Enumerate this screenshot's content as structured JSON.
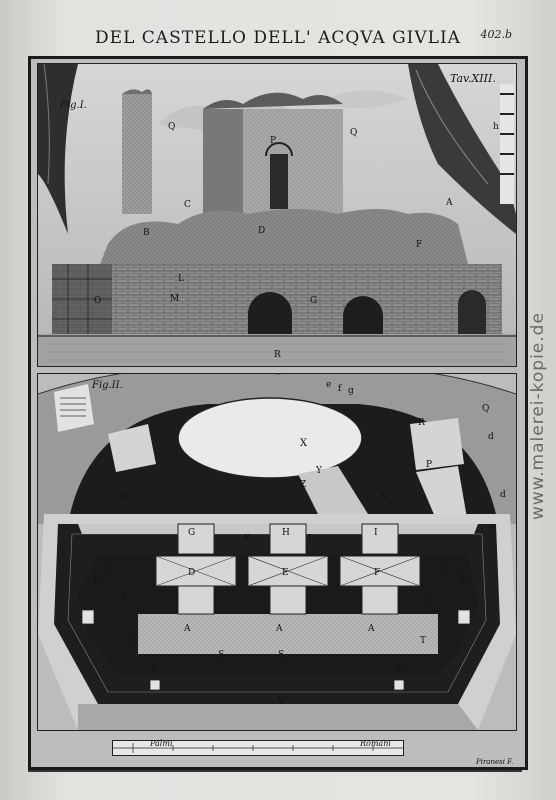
{
  "header": {
    "title": "DEL CASTELLO DELL' ACQVA GIVLIA",
    "plate_number": "402.b",
    "tav": "Tav.XIII."
  },
  "figures": {
    "fig1_label": "Fig.I.",
    "fig2_label": "Fig.II."
  },
  "fig1_letters": {
    "Q1": "Q",
    "Q2": "Q",
    "P": "P",
    "h": "h",
    "C": "C",
    "A": "A",
    "B": "B",
    "D": "D",
    "F": "F",
    "O": "O",
    "L": "L",
    "M": "M",
    "G": "G",
    "R": "R"
  },
  "fig2_letters": {
    "X": "X",
    "e": "e",
    "f": "f",
    "g": "g",
    "R": "R",
    "Q": "Q",
    "d1": "d",
    "P": "P",
    "Y": "Y",
    "Z": "Z",
    "O": "O",
    "N": "N",
    "d2": "d",
    "c": "c",
    "G": "G",
    "H": "H",
    "I": "I",
    "K": "K",
    "L": "L",
    "D": "D",
    "E": "E",
    "F": "F",
    "T1": "T",
    "T2": "T",
    "T3": "T",
    "T4": "T",
    "b1": "b",
    "b2": "b",
    "b3": "b",
    "b4": "b",
    "B": "B",
    "C": "C",
    "A1": "A",
    "A2": "A",
    "A3": "A",
    "S1": "S",
    "S2": "S",
    "V": "V"
  },
  "scale": {
    "left": "Palmi",
    "right": "Romani"
  },
  "signature": "Piranesi F.",
  "watermark": "www.malerei-kopie.de"
}
